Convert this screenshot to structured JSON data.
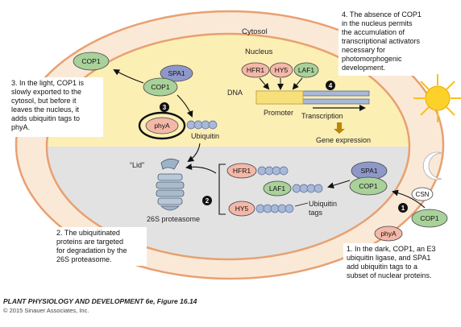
{
  "compartments": {
    "cytosol": "Cytosol",
    "nucleus": "Nucleus",
    "dna": "DNA",
    "promoter": "Promoter",
    "transcription": "Transcription",
    "gene_expression": "Gene expression"
  },
  "proteins": {
    "cop1": "COP1",
    "spa1": "SPA1",
    "phya": "phyA",
    "hfr1": "HFR1",
    "hy5": "HY5",
    "laf1": "LAF1",
    "csn": "CSN"
  },
  "labels": {
    "ubiquitin": "Ubiquitin",
    "ubiquitin_tags_1": "Ubiquitin",
    "ubiquitin_tags_2": "tags",
    "lid": "“Lid”",
    "proteasome": "26S proteasome"
  },
  "steps": {
    "s1": "1",
    "s2": "2",
    "s3": "3",
    "s4": "4"
  },
  "notes": {
    "n1": [
      "1. In the dark, COP1, an E3",
      "ubiquitin ligase, and SPA1",
      "add ubiquitin tags to a",
      "subset of nuclear proteins."
    ],
    "n2": [
      "2. The ubiquitinated",
      "proteins are targeted",
      "for degradation by the",
      "26S proteasome."
    ],
    "n3": [
      "3. In the light, COP1 is",
      "slowly exported to the",
      "cytosol, but before it",
      "leaves the nucleus, it",
      "adds ubiquitin tags to",
      "phyA."
    ],
    "n4": [
      "4. The absence of COP1",
      "in the nucleus permits",
      "the accumulation of",
      "transcriptional activators",
      "necessary for",
      "photomorphogenic",
      "development."
    ]
  },
  "caption": {
    "title": "PLANT PHYSIOLOGY AND DEVELOPMENT 6e, Figure 16.14",
    "copyright": "© 2015 Sinauer Associates, Inc."
  },
  "colors": {
    "protein_fill": "#a9d19a",
    "spa1_fill": "#8e98c8",
    "hfr1_fill": "#f4b8a8",
    "phya_fill": "#f4b8a8",
    "ubiquitin_fill": "#a8b8d8",
    "nucleus_light": "#fcefb4",
    "nucleus_dark": "#e2e2e2",
    "cytoplasm": "#fbe9d8",
    "membrane": "#e8a070"
  }
}
